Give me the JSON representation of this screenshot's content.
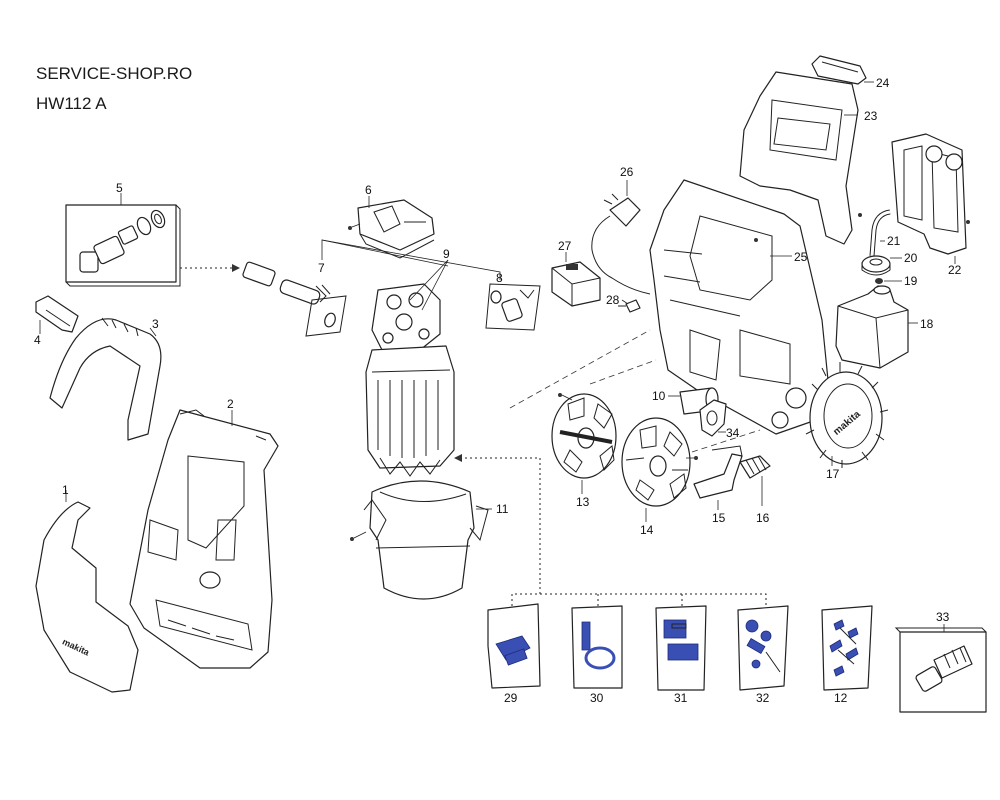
{
  "header": {
    "site": "SERVICE-SHOP.RO",
    "model": "HW112 A"
  },
  "parts": {
    "p1": "1",
    "p2": "2",
    "p3": "3",
    "p4": "4",
    "p5": "5",
    "p6": "6",
    "p7": "7",
    "p8": "8",
    "p9": "9",
    "p10": "10",
    "p11": "11",
    "p12": "12",
    "p13": "13",
    "p14": "14",
    "p15": "15",
    "p16": "16",
    "p17": "17",
    "p18": "18",
    "p19": "19",
    "p20": "20",
    "p21": "21",
    "p22": "22",
    "p23": "23",
    "p24": "24",
    "p25": "25",
    "p26": "26",
    "p27": "27",
    "p28": "28",
    "p29": "29",
    "p30": "30",
    "p31": "31",
    "p32": "32",
    "p33": "33",
    "p34": "34"
  },
  "logo_text": "makita"
}
